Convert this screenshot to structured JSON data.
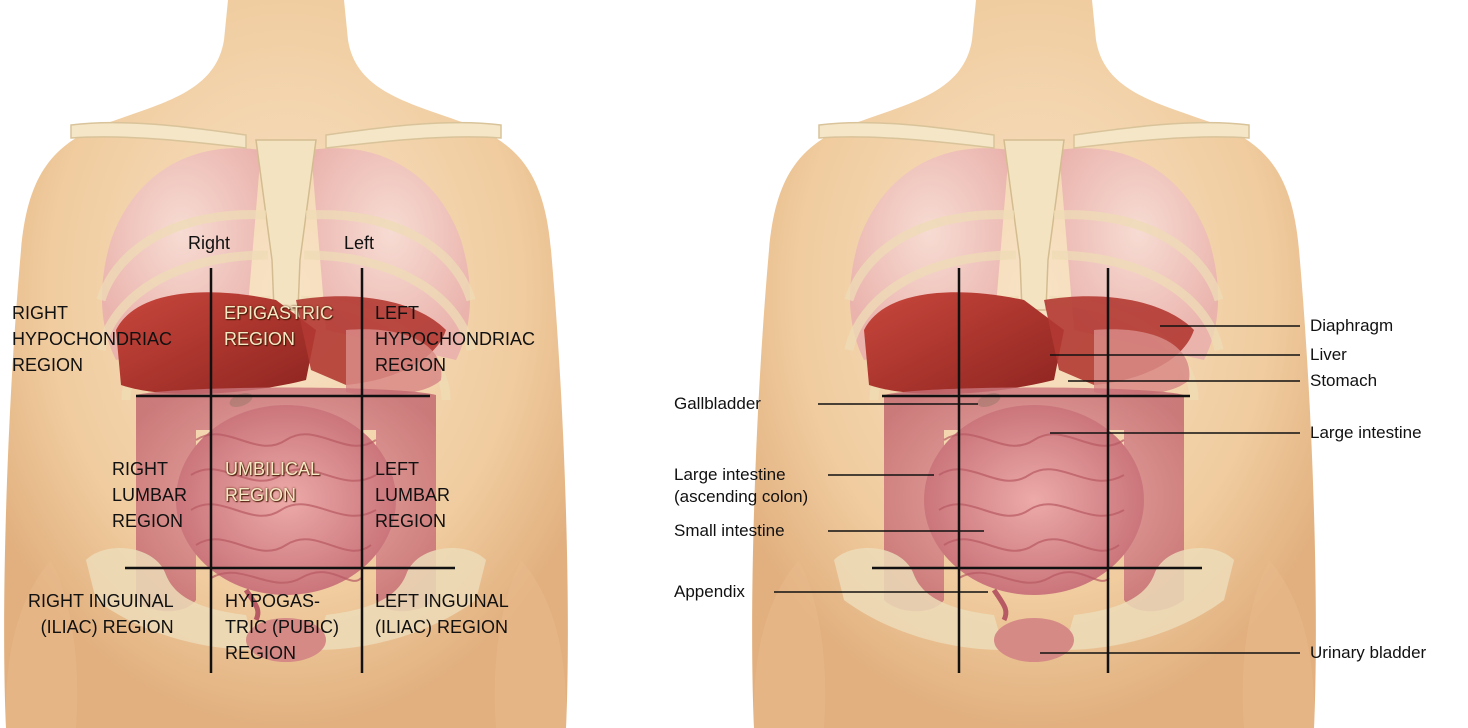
{
  "left_panel": {
    "orientation": {
      "right": "Right",
      "left": "Left"
    },
    "regions": {
      "right_hypochondriac": [
        "RIGHT",
        "HYPOCHONDRIAC",
        "REGION"
      ],
      "epigastric": [
        "EPIGASTRIC",
        "REGION"
      ],
      "left_hypochondriac": [
        "LEFT",
        "HYPOCHONDRIAC",
        "REGION"
      ],
      "right_lumbar": [
        "RIGHT",
        "LUMBAR",
        "REGION"
      ],
      "umbilical": [
        "UMBILICAL",
        "REGION"
      ],
      "left_lumbar": [
        "LEFT",
        "LUMBAR",
        "REGION"
      ],
      "right_inguinal": [
        "RIGHT INGUINAL",
        "(ILIAC) REGION"
      ],
      "hypogastric": [
        "HYPOGAS-",
        "TRIC (PUBIC)",
        "REGION"
      ],
      "left_inguinal": [
        "LEFT INGUINAL",
        "(ILIAC) REGION"
      ]
    }
  },
  "right_panel": {
    "labels": {
      "diaphragm": "Diaphragm",
      "liver": "Liver",
      "stomach": "Stomach",
      "gallbladder": "Gallbladder",
      "large_intestine": "Large intestine",
      "ascending_colon": [
        "Large intestine",
        "(ascending colon)"
      ],
      "small_intestine": "Small intestine",
      "appendix": "Appendix",
      "urinary_bladder": "Urinary bladder"
    }
  },
  "colors": {
    "skin": "#f3d2a8",
    "skin_shadow": "#e2b07f",
    "lung": "#f1c6c4",
    "rib": "#f3e3c0",
    "liver": "#a8322c",
    "intestine": "#d98b8e",
    "intestine_dark": "#b85a63",
    "gallbladder": "#2f9a4a",
    "grid_line": "#111111"
  }
}
